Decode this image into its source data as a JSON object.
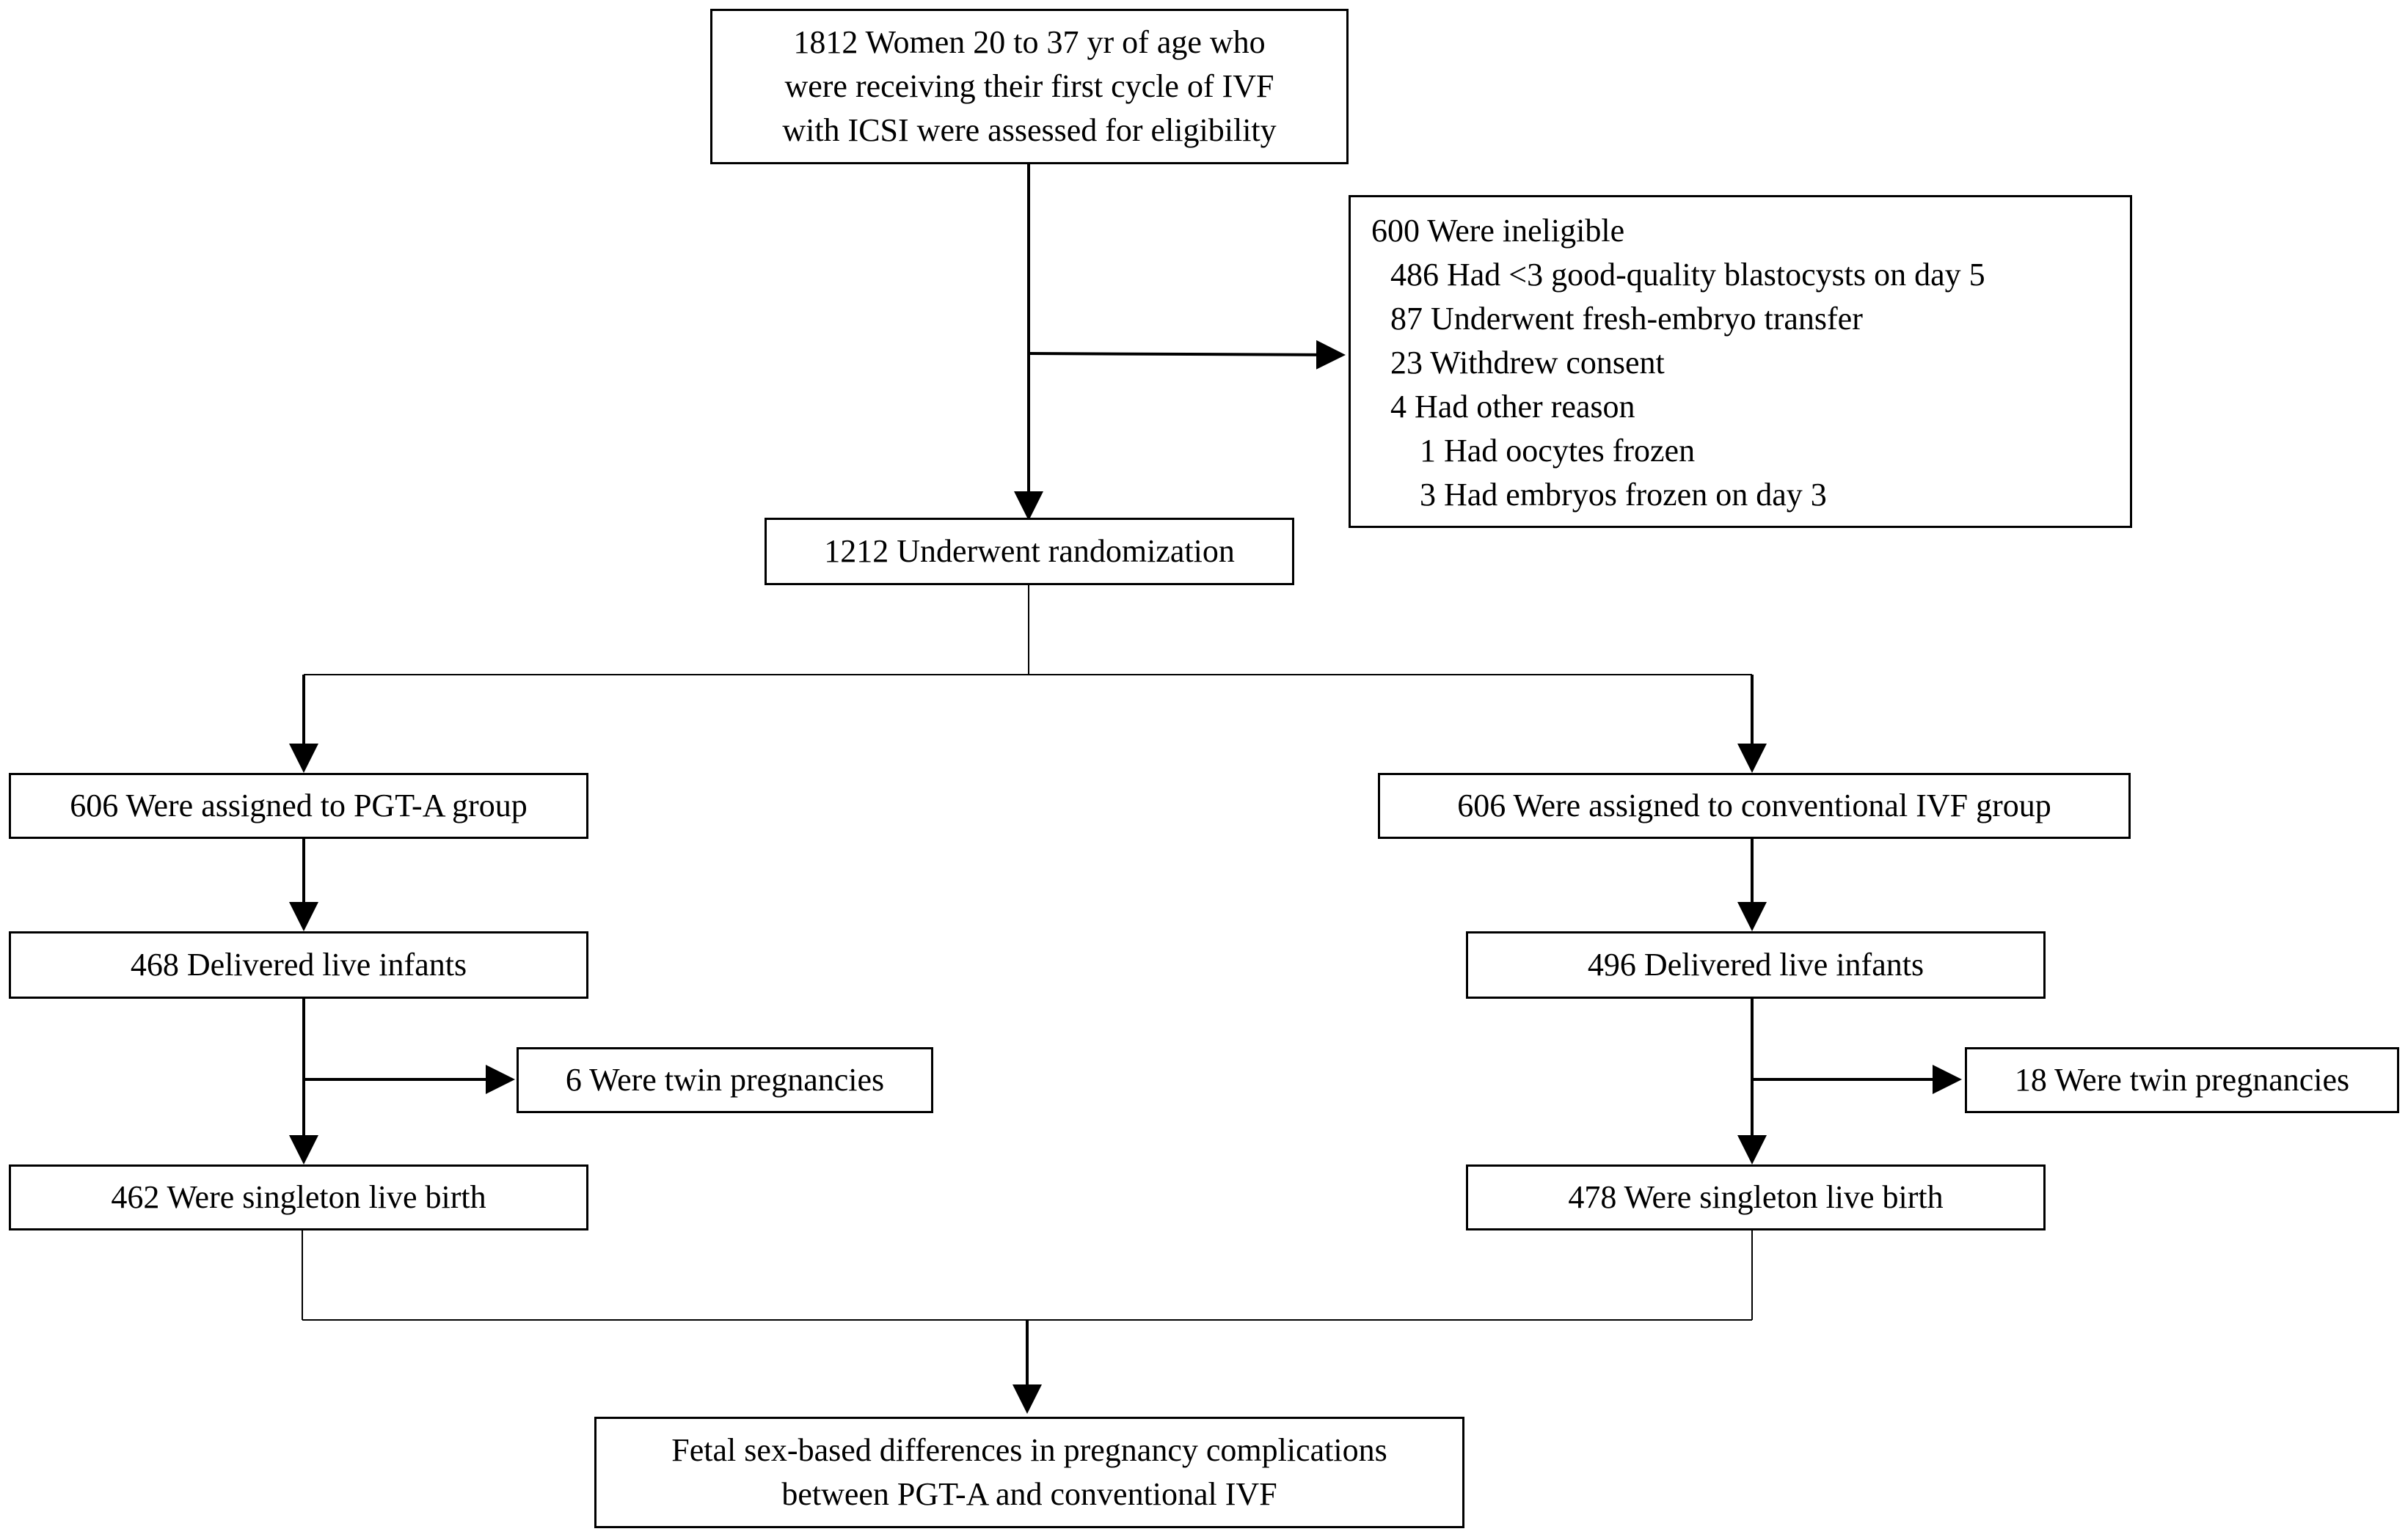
{
  "boxes": {
    "assessed": {
      "lines": [
        "1812 Women 20 to 37 yr of age who",
        "were receiving their first cycle of IVF",
        "with ICSI were assessed for eligibility"
      ]
    },
    "ineligible": {
      "title": "600 Were ineligible",
      "items": [
        "486 Had <3 good-quality blastocysts on day 5",
        "87 Underwent fresh-embryo transfer",
        "23 Withdrew consent",
        "4 Had other reason"
      ],
      "subitems": [
        "1 Had oocytes frozen",
        "3 Had embryos frozen on day 3"
      ]
    },
    "randomization": "1212 Underwent randomization",
    "pgta_group": "606 Were assigned to PGT-A group",
    "ivf_group": "606 Were assigned to conventional IVF group",
    "pgta_live": "468 Delivered live infants",
    "ivf_live": "496 Delivered live infants",
    "pgta_twins": "6 Were twin pregnancies",
    "ivf_twins": "18 Were twin pregnancies",
    "pgta_singleton": "462 Were singleton live birth",
    "ivf_singleton": "478 Were singleton live birth",
    "outcome": {
      "lines": [
        "Fetal sex-based differences in pregnancy complications",
        "between PGT-A and conventional IVF"
      ]
    }
  }
}
